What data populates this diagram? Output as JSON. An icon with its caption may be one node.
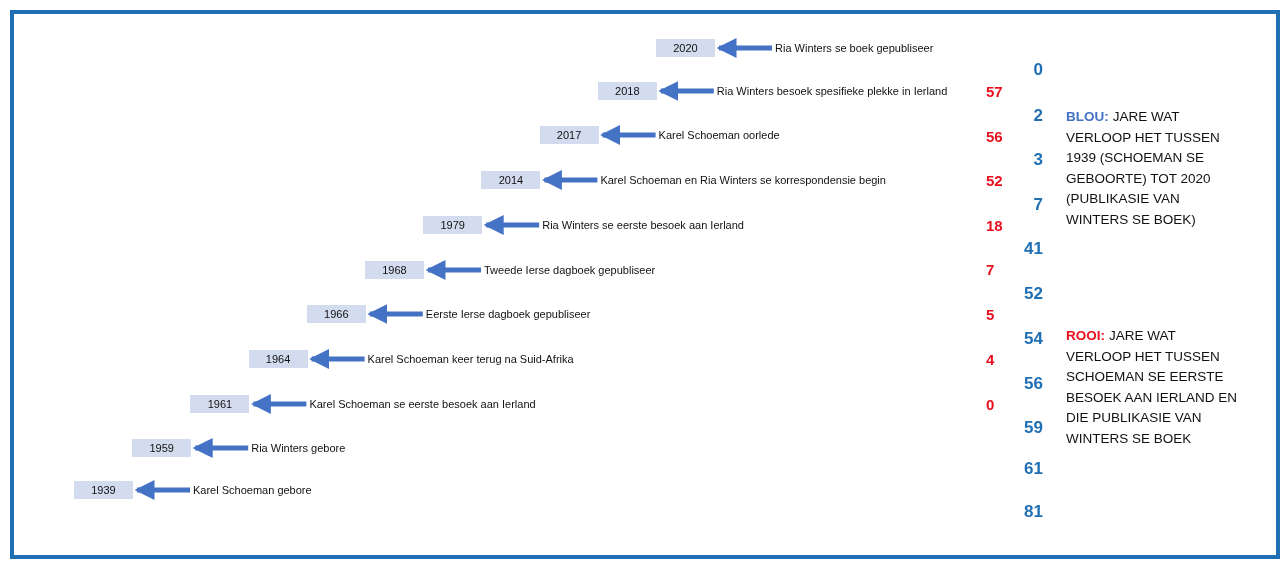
{
  "diagram": {
    "nodes": [
      {
        "text": [
          "2020"
        ]
      },
      {
        "text": [
          "Ria Winters se boek gepubliseer"
        ]
      },
      {
        "text": [
          "2018"
        ]
      },
      {
        "text": [
          "Ria Winters besoek spesifieke plekke in Ierland"
        ]
      },
      {
        "text": [
          "2017"
        ]
      },
      {
        "text": [
          "Karel Schoeman oorlede"
        ]
      },
      {
        "text": [
          "2014"
        ]
      },
      {
        "text": [
          "Karel Schoeman en Ria Winters se korrespondensie begin"
        ]
      },
      {
        "text": [
          "1979"
        ]
      },
      {
        "text": [
          "Ria Winters se eerste besoek aan Ierland"
        ]
      },
      {
        "text": [
          "1968"
        ]
      },
      {
        "text": [
          "Tweede Ierse dagboek gepubliseer"
        ]
      },
      {
        "text": [
          "1966"
        ]
      },
      {
        "text": [
          "Eerste Ierse dagboek gepubliseer"
        ]
      },
      {
        "text": [
          "1964"
        ]
      },
      {
        "text": [
          "Karel Schoeman keer terug na Suid-Afrika"
        ]
      },
      {
        "text": [
          "1961"
        ]
      },
      {
        "text": [
          "Karel Schoeman se eerste besoek aan Ierland"
        ]
      },
      {
        "text": [
          "1959"
        ]
      },
      {
        "text": [
          "Ria Winters gebore"
        ]
      },
      {
        "text": [
          "1939"
        ]
      },
      {
        "text": [
          "Karel Schoeman gebore"
        ]
      }
    ],
    "edges": [
      {
        "from": 1,
        "to": 0,
        "arrow": "to"
      },
      {
        "from": 3,
        "to": 2,
        "arrow": "to"
      },
      {
        "from": 5,
        "to": 4,
        "arrow": "to"
      },
      {
        "from": 7,
        "to": 6,
        "arrow": "to"
      },
      {
        "from": 9,
        "to": 8,
        "arrow": "to"
      },
      {
        "from": 11,
        "to": 10,
        "arrow": "to"
      },
      {
        "from": 13,
        "to": 12,
        "arrow": "to"
      },
      {
        "from": 15,
        "to": 14,
        "arrow": "to"
      },
      {
        "from": 17,
        "to": 16,
        "arrow": "to"
      },
      {
        "from": 19,
        "to": 18,
        "arrow": "to"
      },
      {
        "from": 21,
        "to": 20,
        "arrow": "to"
      }
    ],
    "labels": [
      "0",
      "57",
      "2",
      "BLOU:",
      "JARE WAT VERLOOP HET TUSSEN 1939 (SCHOEMAN SE GEBOORTE) TOT 2020 (PUBLIKASIE VAN WINTERS SE BOEK)",
      "56",
      "3",
      "52",
      "7",
      "18",
      "41",
      "7",
      "52",
      "5",
      "54",
      "ROOI:",
      "JARE WAT VERLOOP HET TUSSEN SCHOEMAN SE EERSTE BESOEK AAN IERLAND EN DIE PUBLIKASIE VAN WINTERS SE BOEK",
      "4",
      "56",
      "0",
      "59",
      "61",
      "81"
    ]
  }
}
